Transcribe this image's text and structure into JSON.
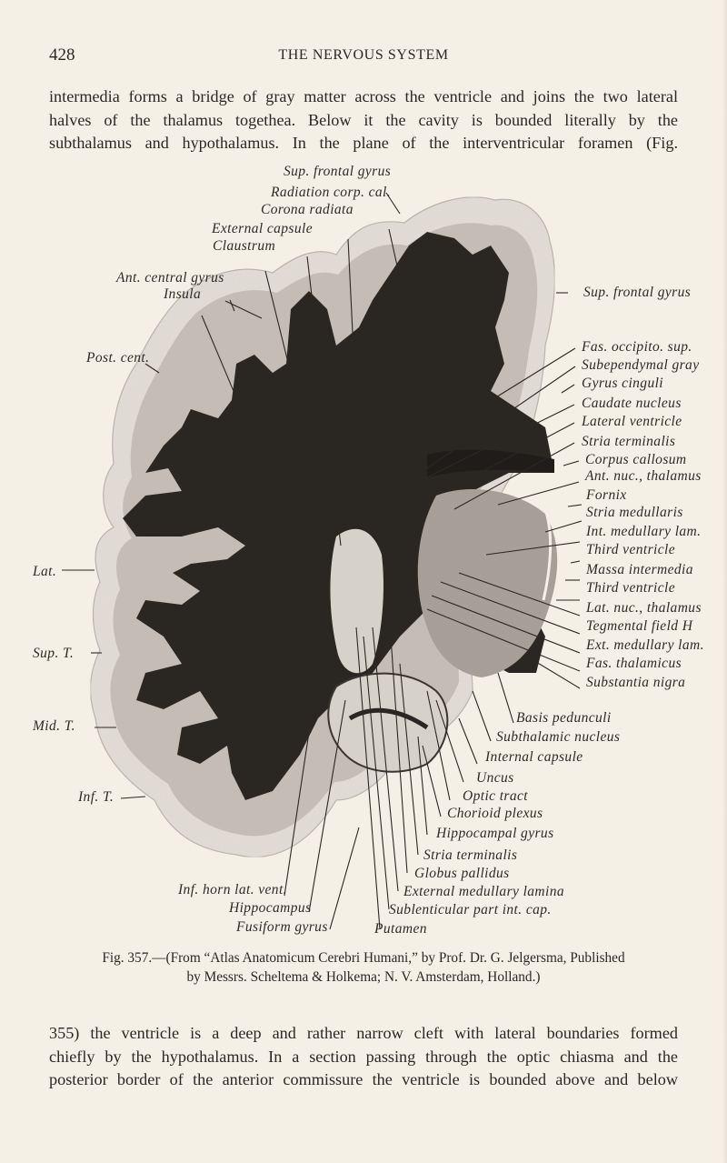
{
  "header": {
    "page_number": "428",
    "running_title": "THE NERVOUS SYSTEM"
  },
  "paragraph_top": {
    "lines": [
      "intermedia forms a bridge of gray matter across the ventricle and joins the two lateral",
      "halves of the thalamus togethea.  Below it the cavity is bounded literally by the",
      "subthalamus and hypothalamus.  In the plane of the interventricular foramen (Fig."
    ]
  },
  "figure": {
    "description": "Coronal section of cerebral hemisphere (stained brain slice)",
    "labels": {
      "top_center": [
        "Sup. frontal gyrus",
        "Radiation corp. cal.",
        "Corona radiata",
        "External capsule",
        "Claustrum"
      ],
      "top_left": [
        "Ant. central gyrus",
        "Insula",
        "Post. cent."
      ],
      "left": [
        "Lat.",
        "Sup. T.",
        "Mid. T.",
        "Inf. T."
      ],
      "right": [
        "Sup. frontal gyrus",
        "Fas. occipito. sup.",
        "Subependymal gray",
        "Gyrus cinguli",
        "Caudate nucleus",
        "Lateral ventricle",
        "Stria terminalis",
        "Corpus callosum",
        "Ant. nuc., thalamus",
        "Fornix",
        "Stria medullaris",
        "Int. medullary lam.",
        "Third ventricle",
        "Massa intermedia",
        "Third ventricle",
        "Lat. nuc., thalamus",
        "Tegmental field H",
        "Ext. medullary lam.",
        "Fas. thalamicus",
        "Substantia nigra"
      ],
      "bottom_right": [
        "Basis pedunculi",
        "Subthalamic nucleus",
        "Internal capsule",
        "Uncus",
        "Optic tract",
        "Chorioid plexus",
        "Hippocampal gyrus",
        "Stria terminalis",
        "Globus pallidus",
        "External medullary lamina",
        "Sublenticular part int. cap.",
        "Putamen"
      ],
      "bottom_left": [
        "Inf. horn lat. vent.",
        "Hippocampus",
        "Fusiform gyrus"
      ]
    }
  },
  "caption": {
    "line1": "Fig. 357.—(From “Atlas Anatomicum Cerebri Humani,” by Prof. Dr. G. Jelgersma, Published",
    "line2": "by Messrs. Scheltema & Holkema; N. V. Amsterdam, Holland.)"
  },
  "paragraph_bottom": {
    "lines": [
      "355) the ventricle is a deep and rather narrow cleft with lateral boundaries formed",
      "chiefly by the hypothalamus.  In a section passing through the optic chiasma and the",
      "posterior border of the anterior commissure the ventricle is bounded above and below"
    ]
  },
  "colors": {
    "paper": "#f5f0e6",
    "ink": "#2b2724",
    "white_matter": "#2a2624",
    "gray_matter": "#cfcac3",
    "cortex_light": "#e6e2db"
  }
}
